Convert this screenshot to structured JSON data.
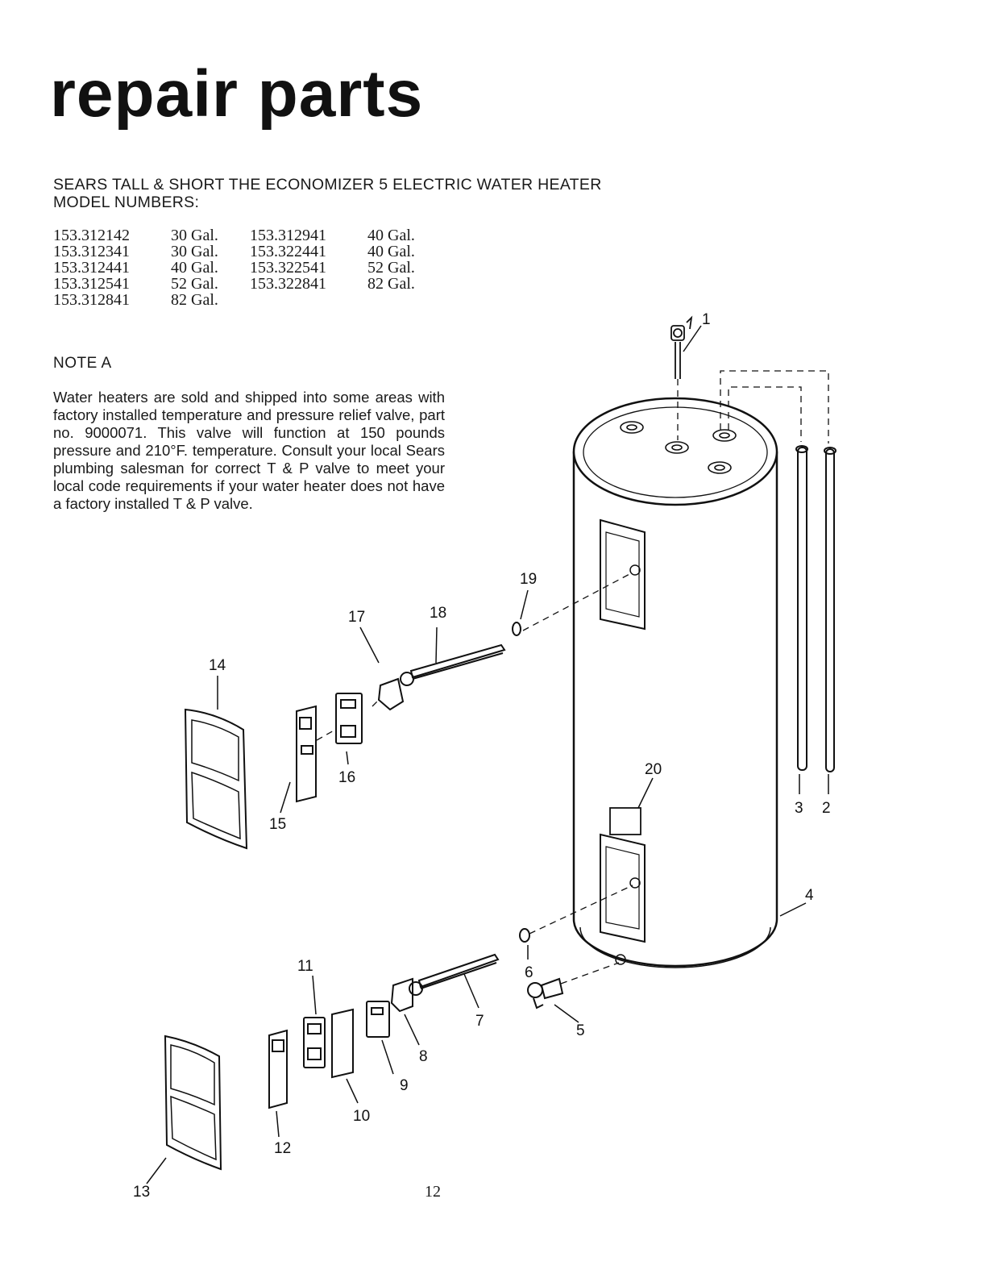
{
  "title": "repair parts",
  "heading": {
    "line1": "SEARS TALL & SHORT THE ECONOMIZER 5 ELECTRIC WATER HEATER",
    "line2": "MODEL NUMBERS:"
  },
  "models": {
    "left": [
      {
        "number": "153.312142",
        "size": "30 Gal."
      },
      {
        "number": "153.312341",
        "size": "30 Gal."
      },
      {
        "number": "153.312441",
        "size": "40 Gal."
      },
      {
        "number": "153.312541",
        "size": "52 Gal."
      },
      {
        "number": "153.312841",
        "size": "82 Gal."
      }
    ],
    "right": [
      {
        "number": "153.312941",
        "size": "40 Gal."
      },
      {
        "number": "153.322441",
        "size": "40 Gal."
      },
      {
        "number": "153.322541",
        "size": "52 Gal."
      },
      {
        "number": "153.322841",
        "size": "82 Gal."
      }
    ]
  },
  "note": {
    "title": "NOTE A",
    "body": "Water heaters are sold and shipped into some areas with factory installed temperature and pressure relief valve, part no. 9000071. This valve will function at 150 pounds pressure and 210°F. temperature. Consult your local Sears plumbing salesman for correct T & P valve to meet your local code requirements if your water heater does not have a factory installed T & P valve."
  },
  "callouts": {
    "c1": "1",
    "c2": "2",
    "c3": "3",
    "c4": "4",
    "c5": "5",
    "c6": "6",
    "c7": "7",
    "c8": "8",
    "c9": "9",
    "c10": "10",
    "c11": "11",
    "c12": "12",
    "c13": "13",
    "c14": "14",
    "c15": "15",
    "c16": "16",
    "c17": "17",
    "c18": "18",
    "c19": "19",
    "c20": "20"
  },
  "page_number": "12"
}
